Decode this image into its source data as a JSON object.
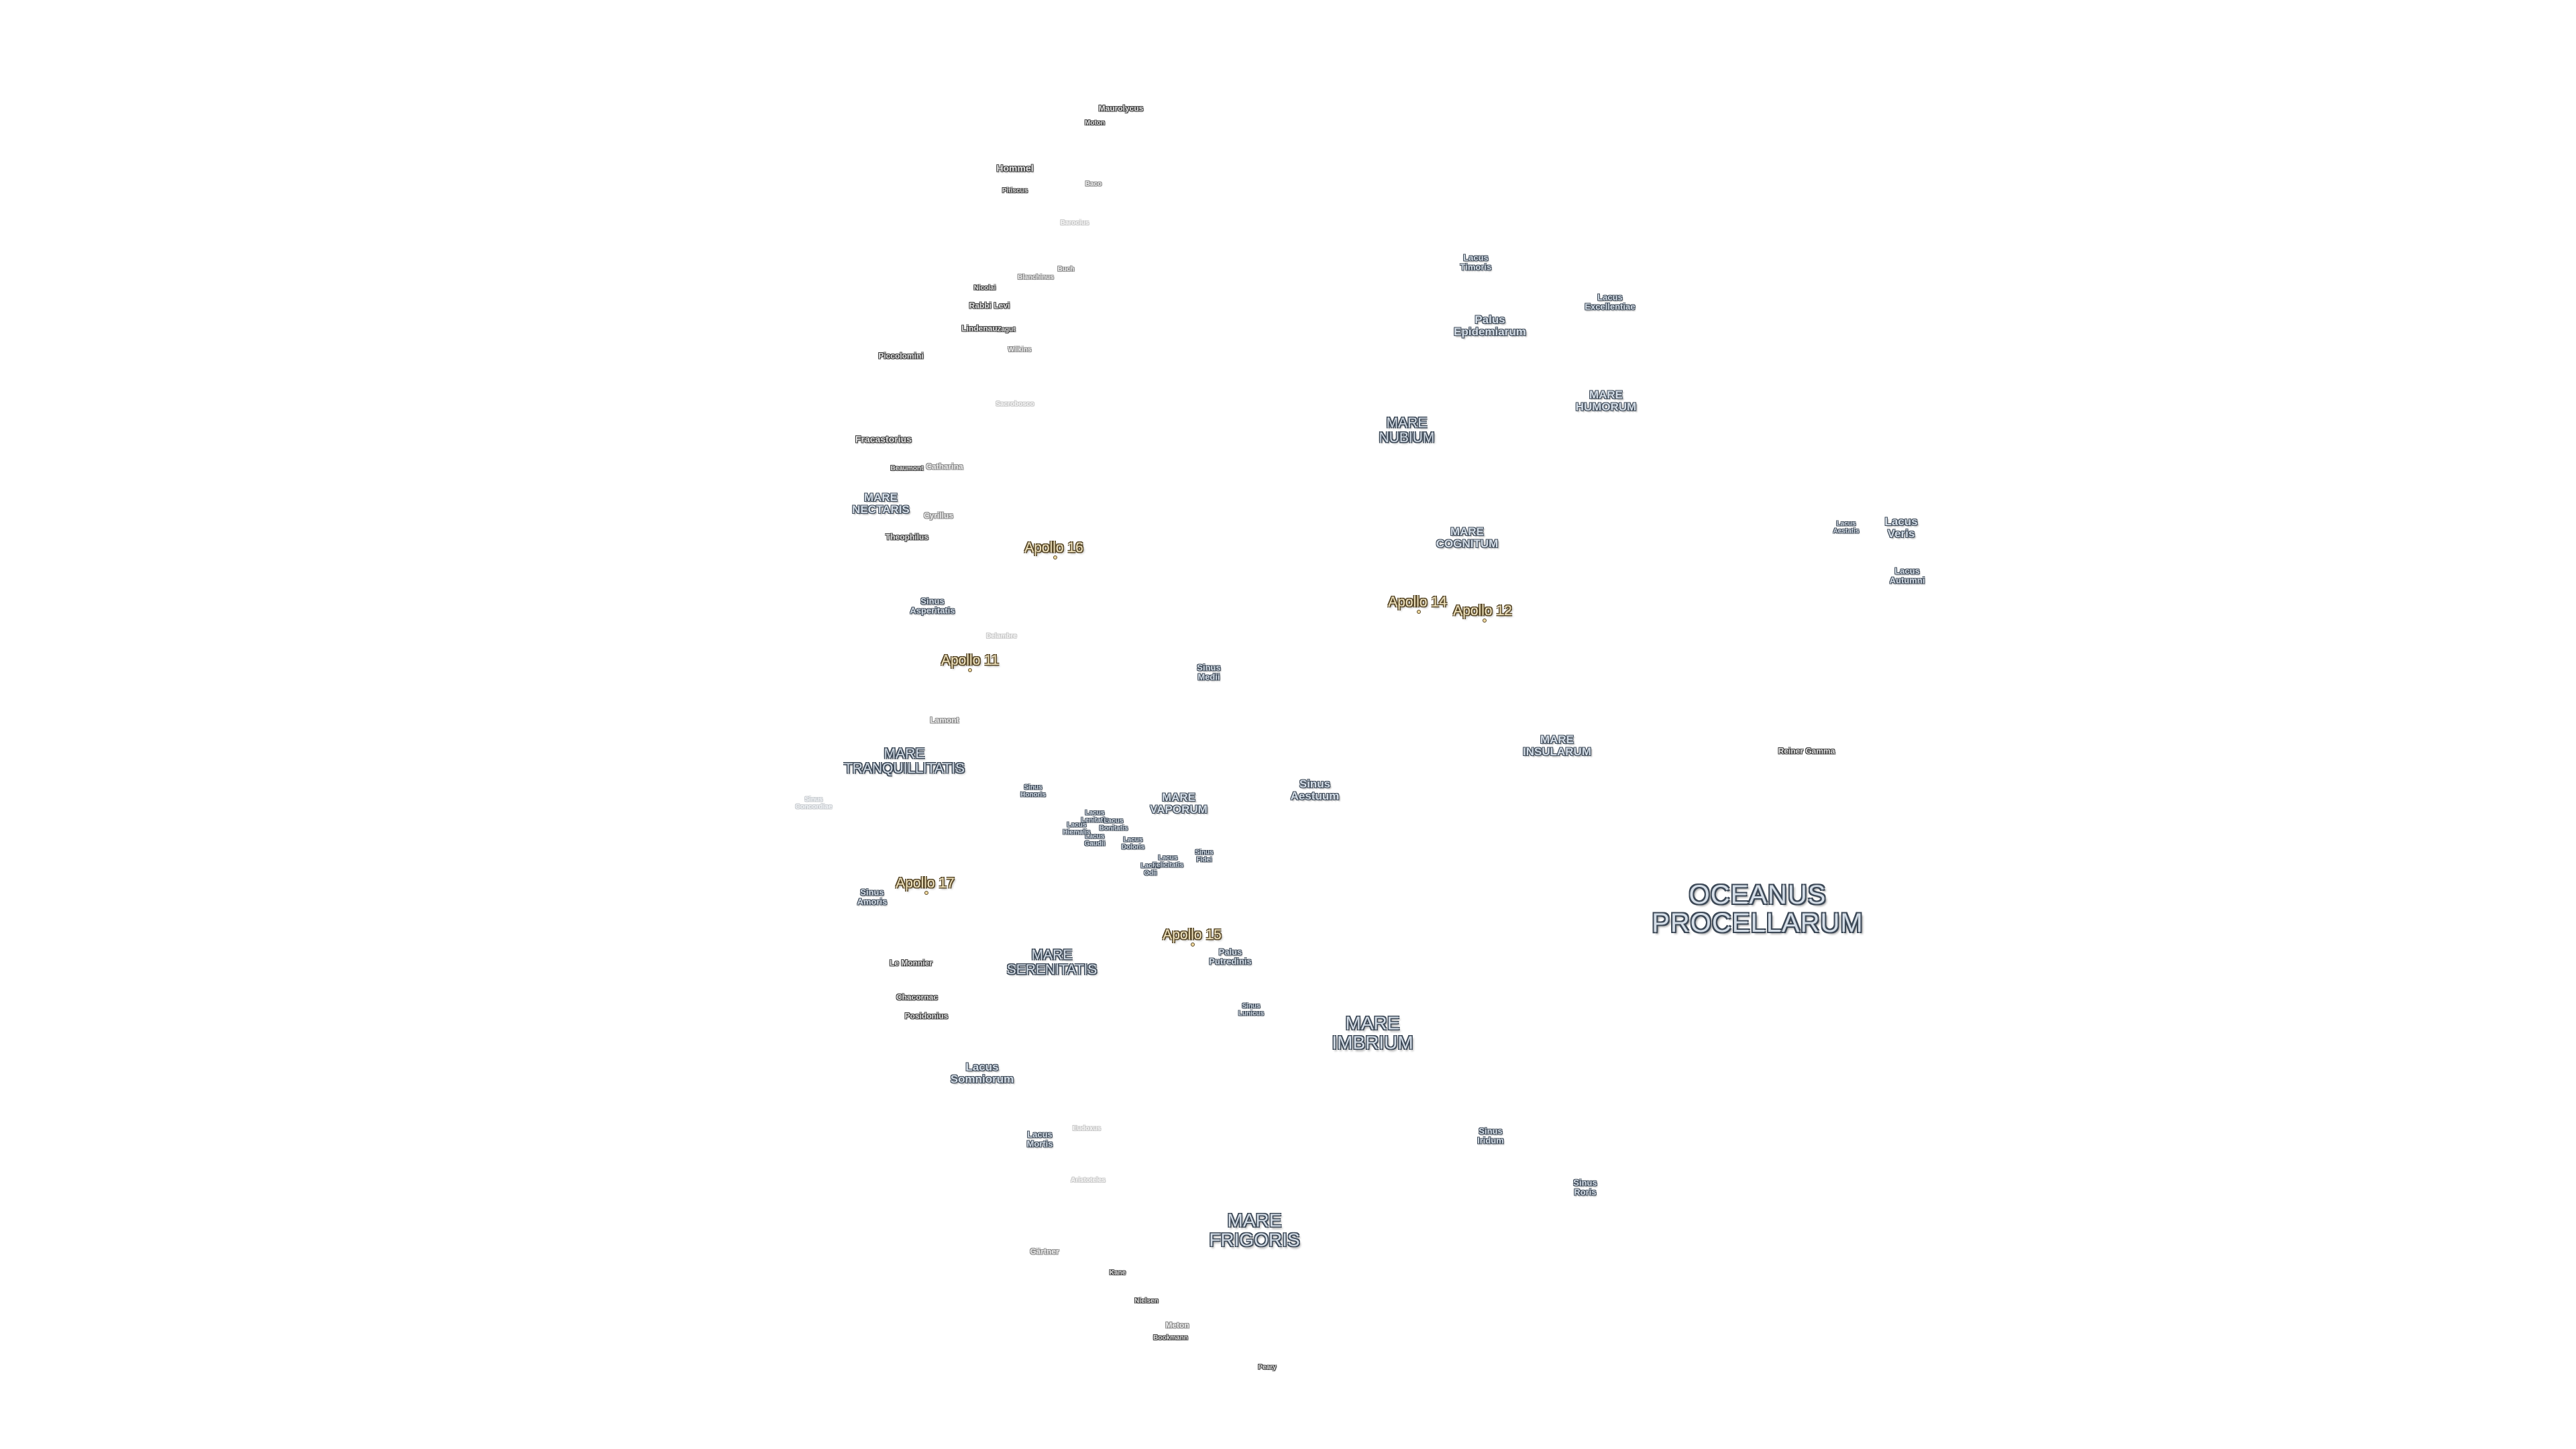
{
  "map": {
    "seas": {
      "oceanus_procellarum": "OCEANUS\nPROCELLARUM",
      "mare_imbrium": "MARE\nIMBRIUM",
      "mare_frigoris": "MARE\nFRIGORIS",
      "mare_serenitatis": "MARE\nSERENITATIS",
      "mare_tranquillitatis": "MARE\nTRANQUILLITATIS",
      "mare_nubium": "MARE\nNUBIUM",
      "mare_humorum": "MARE\nHUMORUM",
      "mare_cognitum": "MARE\nCOGNITUM",
      "mare_insularum": "MARE\nINSULARUM",
      "mare_nectaris": "MARE\nNECTARIS",
      "mare_vaporum": "MARE\nVAPORUM",
      "palus_epidemiarum": "Palus\nEpidemiarum",
      "palus_putredinis": "Palus\nPutredinis",
      "lacus_somniorum": "Lacus\nSomniorum",
      "lacus_veris": "Lacus\nVeris",
      "lacus_autumni": "Lacus\nAutumni",
      "lacus_aestatis": "Lacus\nAestatis",
      "lacus_timoris": "Lacus\nTimoris",
      "lacus_excellentiae": "Lacus\nExcellentiae",
      "lacus_mortis": "Lacus\nMortis",
      "lacus_gaudii": "Lacus\nGaudii",
      "lacus_doloris": "Lacus\nDoloris",
      "lacus_lenitatis": "Lacus\nLenitatis",
      "lacus_hiemalis": "Lacus\nHiemalis",
      "lacus_odii": "Lacus\nOdii",
      "lacus_felicitatis": "Lacus\nFelicitatis",
      "lacus_bonitatis": "Lacus\nBonitatis",
      "sinus_medii": "Sinus\nMedii",
      "sinus_aestuum": "Sinus\nAestuum",
      "sinus_iridum": "Sinus\nIridum",
      "sinus_roris": "Sinus\nRoris",
      "sinus_asperitatis": "Sinus\nAsperitatis",
      "sinus_amoris": "Sinus\nAmoris",
      "sinus_honoris": "Sinus\nHonoris",
      "sinus_lunicus": "Sinus\nLunicus",
      "sinus_fidei": "Sinus\nFidei",
      "sinus_concordiae": "Sinus\nConcordiae"
    },
    "apollo": {
      "a11": "Apollo 11",
      "a12": "Apollo 12",
      "a14": "Apollo 14",
      "a15": "Apollo 15",
      "a16": "Apollo 16",
      "a17": "Apollo 17"
    },
    "craters": {
      "maurolycus": "Maurolycus",
      "moton": "Moton",
      "hommel": "Hommel",
      "pitiscus": "Pitiscus",
      "baco": "Baco",
      "barocius": "Barocius",
      "buch": "Buch",
      "blanchinus": "Blanchinus",
      "nicolai": "Nicolai",
      "rabbi_levi": "Rabbi Levi",
      "lindenau": "Lindenau",
      "zagut": "Zagut",
      "wilkins": "Wilkins",
      "piccolomini": "Piccolomini",
      "sacrobosco": "Sacrobosco",
      "fracastorius": "Fracastorius",
      "beaumont": "Beaumont",
      "catharina": "Catharina",
      "cyrillus": "Cyrillus",
      "theophilus": "Theophilus",
      "delambre": "Delambre",
      "lamont": "Lamont",
      "le_monnier": "Le Monnier",
      "chacornac": "Chacornac",
      "posidonius": "Posidonius",
      "eudoxus": "Eudoxus",
      "aristoteles": "Aristoteles",
      "gartner": "Gärtner",
      "kane": "Kane",
      "nielsen": "Nielsen",
      "meton": "Meton",
      "bookmann": "Bookmann",
      "peary": "Peary",
      "reiner_gamma": "Reiner Gamma"
    }
  }
}
